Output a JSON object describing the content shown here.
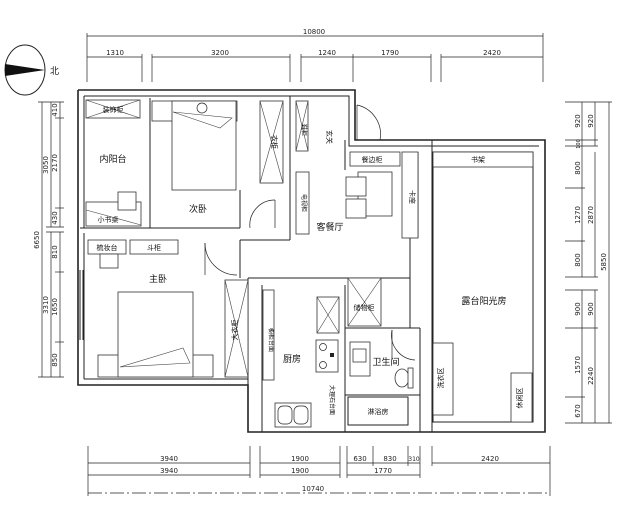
{
  "north_label": "北",
  "dimensions": {
    "top_total": "10800",
    "top": [
      "1310",
      "3200",
      "1240",
      "1790",
      "2420"
    ],
    "left_total": "6650",
    "left_mid": [
      "3050",
      "3310"
    ],
    "left_inner": [
      "410",
      "2170",
      "430",
      "810",
      "1650",
      "850"
    ],
    "right_total": "5850",
    "right_mid": [
      "920",
      "2870",
      "900",
      "2240"
    ],
    "right_inner": [
      "920",
      "100",
      "800",
      "1270",
      "800",
      "900",
      "1570",
      "670"
    ],
    "bottom_row1": [
      "3940",
      "1900",
      "630",
      "830",
      "310",
      "2420"
    ],
    "bottom_row2": [
      "3940",
      "1900",
      "1770"
    ],
    "bottom_total": "10740"
  },
  "rooms": {
    "decor_cabinet": "装饰柜",
    "inner_balcony": "内阳台",
    "small_desk": "小书桌",
    "second_bedroom": "次卧",
    "wardrobe": "衣柜",
    "shoe_cabinet": "鞋柜",
    "entrance": "玄关",
    "tv_cabinet": "电视柜",
    "living_dining": "客餐厅",
    "sideboard": "餐边柜",
    "booth": "卡座",
    "bookshelf": "书架",
    "sunroom": "露台阳光房",
    "laundry": "洗衣区",
    "leisure": "休闲区",
    "dresser": "梳妆台",
    "chest": "斗柜",
    "master_bedroom": "主卧",
    "big_wardrobe": "大衣柜",
    "cabinet_counter": "橱柜台面",
    "kitchen": "厨房",
    "marble_counter": "大理石台面",
    "storage": "储物柜",
    "bathroom": "卫生间",
    "shower": "淋浴房"
  }
}
